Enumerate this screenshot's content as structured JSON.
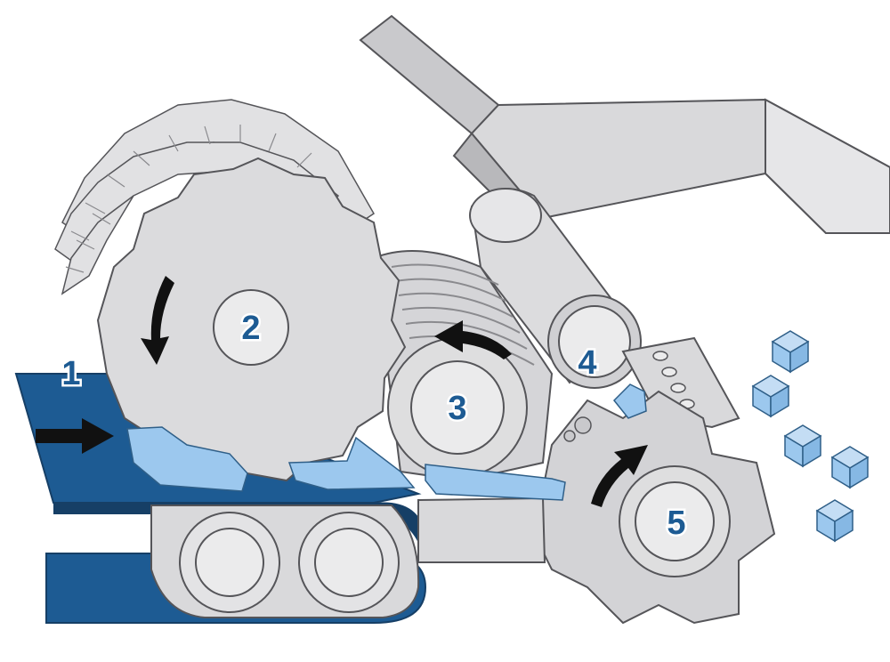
{
  "colors": {
    "belt": "#1d5b93",
    "belt_dark": "#163f66",
    "steel": "#d9d9db",
    "steel_light": "#ebebec",
    "steel_dark": "#b3b3b6",
    "outline": "#555559",
    "ice": "#9cc8ee",
    "arrow": "#111111",
    "label_fill": "#1d5b93",
    "label_stroke": "#ffffff"
  },
  "labels": [
    {
      "id": "1",
      "text": "1",
      "meaning": "conveyor-belt"
    },
    {
      "id": "2",
      "text": "2",
      "meaning": "toothed-wheel"
    },
    {
      "id": "3",
      "text": "3",
      "meaning": "grooved-roller"
    },
    {
      "id": "4",
      "text": "4",
      "meaning": "upper-roller"
    },
    {
      "id": "5",
      "text": "5",
      "meaning": "rotary-cutter"
    }
  ],
  "icons": {
    "flow_arrow": "straight-arrow-icon",
    "rotation_arrow": "curved-arrow-icon"
  }
}
